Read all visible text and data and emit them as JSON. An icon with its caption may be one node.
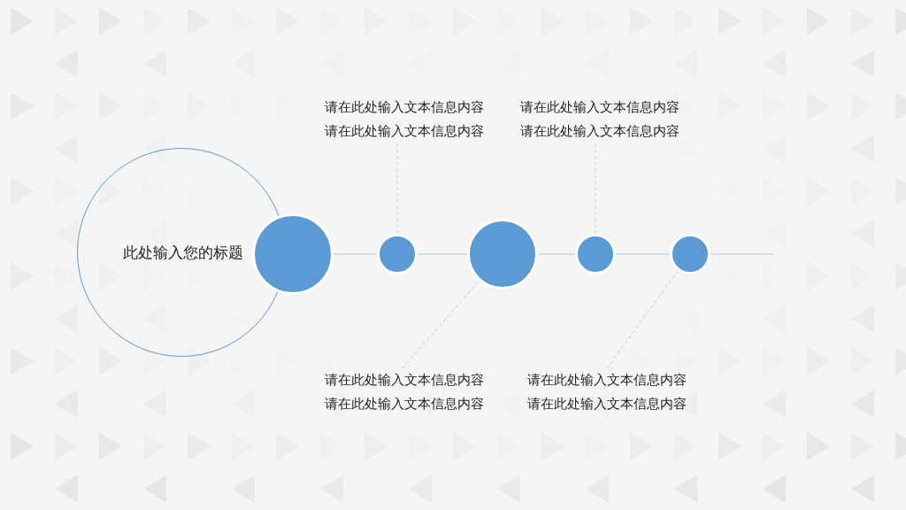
{
  "diagram": {
    "nodes": [
      {
        "text": [
          "此处输入您的标题"
        ]
      },
      {
        "text": [],
        "shape": "circle"
      },
      {
        "text": [],
        "shape": "circle"
      },
      {
        "text": [],
        "shape": "circle"
      },
      {
        "text": [],
        "shape": "circle"
      },
      {
        "text": [],
        "shape": "circle"
      },
      {
        "text": [
          "请在此处输入文本信息内容请在此处输入文本信息内容"
        ]
      },
      {
        "text": [
          "请在此处输入文本信息内容请在此处输入文本信息内容"
        ]
      },
      {
        "text": [
          "请在此处输入文本信息内容请在此处输入文本信息内容"
        ]
      },
      {
        "text": [
          "请在此处输入文本信息内容请在此处输入文本信息内容"
        ]
      }
    ],
    "edges": [
      {
        "from": 1,
        "to": 2,
        "arrow": "none"
      },
      {
        "from": 2,
        "to": 3,
        "arrow": "none"
      },
      {
        "from": 3,
        "to": 4,
        "arrow": "none"
      },
      {
        "from": 4,
        "to": 5,
        "arrow": "none"
      },
      {
        "from": 5,
        "to": null,
        "arrow": "none"
      },
      {
        "from": 6,
        "to": 2,
        "arrow": "none",
        "style": "dashed",
        "color": "#c6d9ef"
      },
      {
        "from": 7,
        "to": 4,
        "arrow": "none",
        "style": "dashed",
        "color": "#c6d9ef"
      },
      {
        "from": 8,
        "to": 3,
        "arrow": "none",
        "style": "dashed",
        "color": "#c6d9ef"
      },
      {
        "from": 9,
        "to": 5,
        "arrow": "none",
        "style": "dashed",
        "color": "#c6d9ef"
      }
    ]
  }
}
